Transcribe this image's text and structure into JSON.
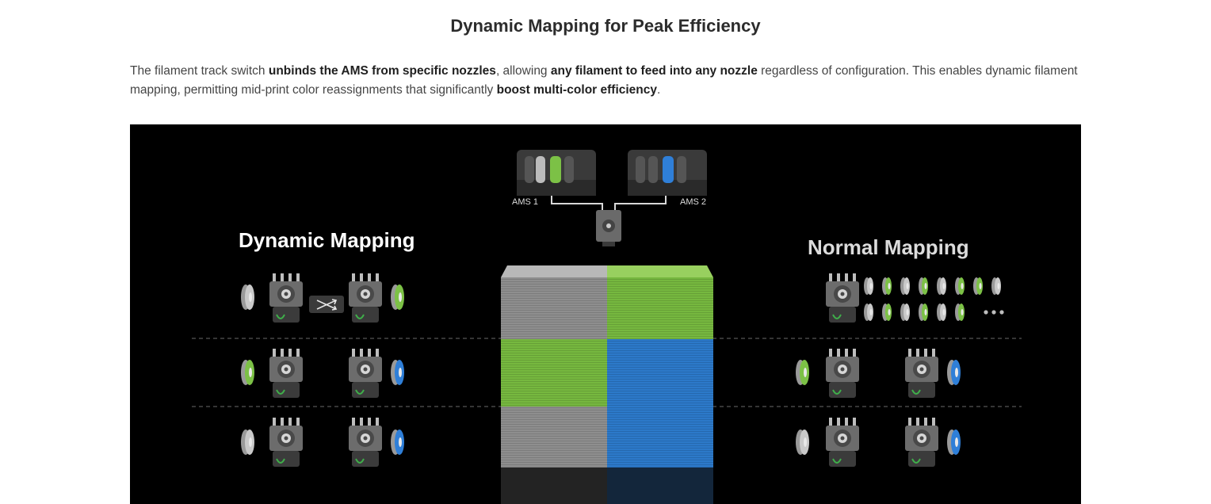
{
  "title": "Dynamic Mapping for Peak Efficiency",
  "intro": {
    "t1": "The filament track switch ",
    "b1": "unbinds the AMS from specific nozzles",
    "t2": ", allowing ",
    "b2": "any filament to feed into any nozzle",
    "t3": " regardless of configuration. This enables dynamic filament mapping, permitting mid-print color reassignments that significantly ",
    "b3": "boost multi-color efficiency",
    "t4": "."
  },
  "diagram": {
    "ams1_label": "AMS 1",
    "ams2_label": "AMS 2",
    "left_heading": "Dynamic Mapping",
    "right_heading": "Normal Mapping"
  },
  "colors": {
    "gray": "#c9c9c9",
    "green": "#7cc146",
    "blue": "#2f7fd8",
    "cube_gray": "#8e8e8e",
    "cube_green": "#76b83f",
    "cube_blue": "#2c79c9"
  }
}
